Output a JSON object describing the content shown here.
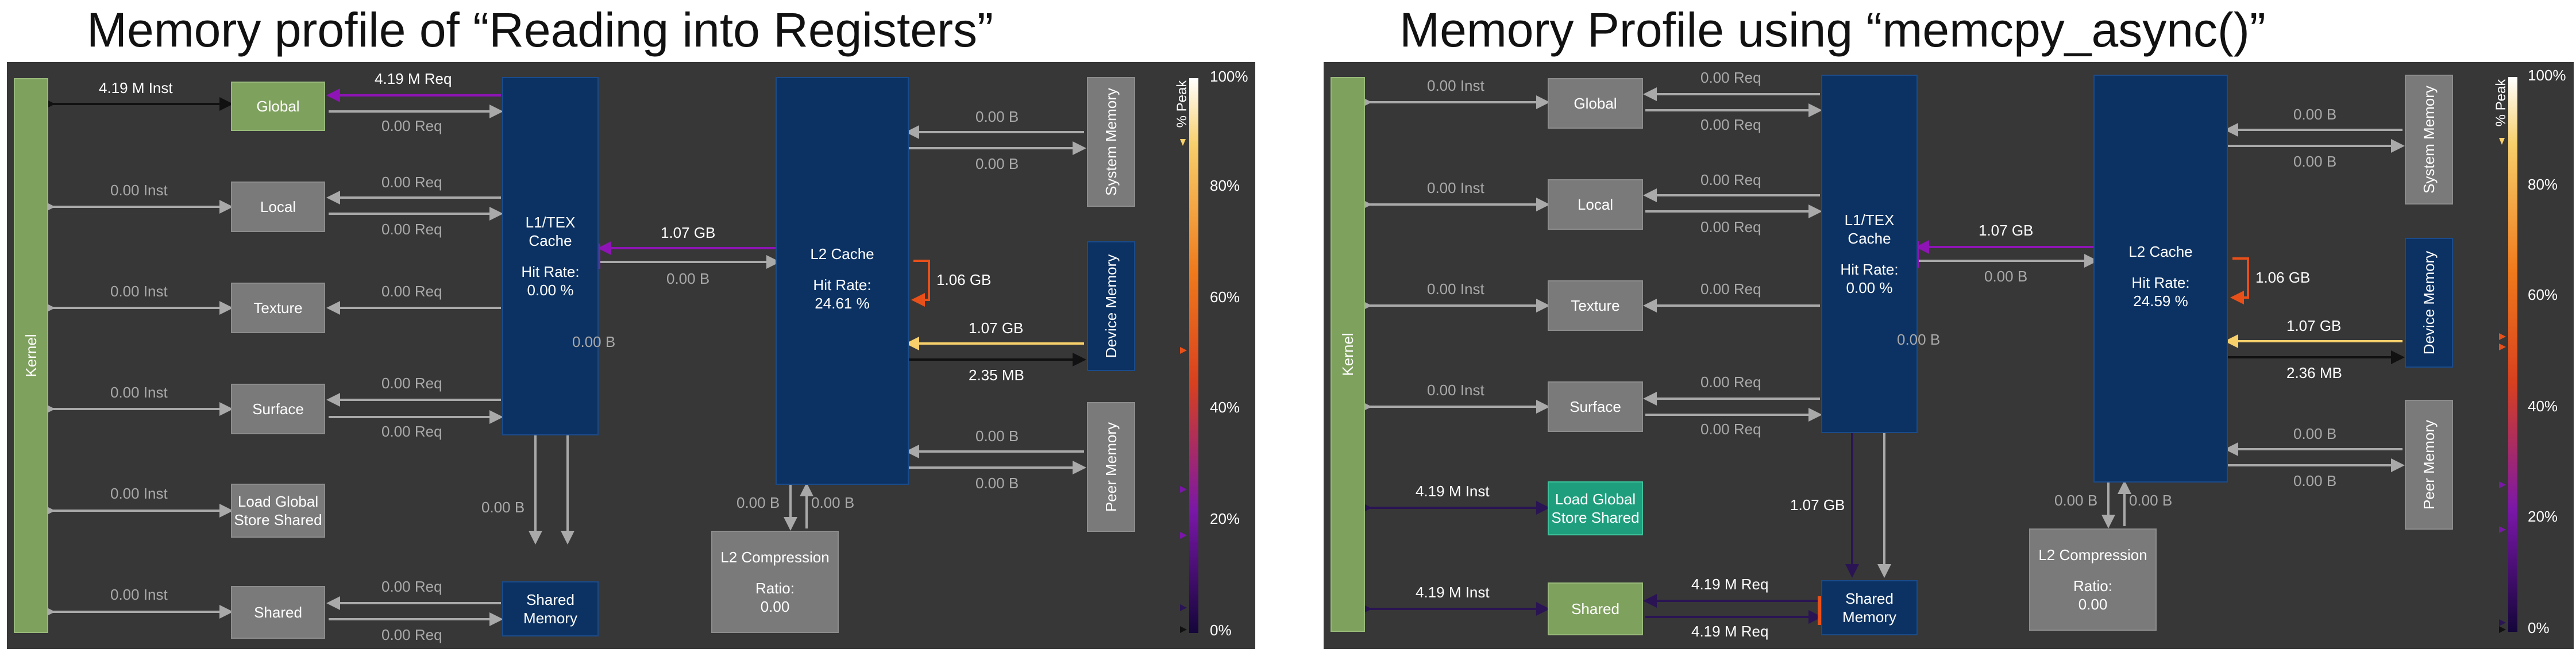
{
  "titles": {
    "left": "Memory profile of “Reading into Registers”",
    "right": "Memory Profile using “memcpy_async()”"
  },
  "common": {
    "kernel": "Kernel",
    "global": "Global",
    "local": "Local",
    "texture": "Texture",
    "surface": "Surface",
    "lgss_line1": "Load Global",
    "lgss_line2": "Store Shared",
    "shared": "Shared",
    "l1_line1": "L1/TEX",
    "l1_line2": "Cache",
    "hit_rate_label": "Hit Rate:",
    "l2": "L2 Cache",
    "l2c_title": "L2 Compression",
    "ratio_label": "Ratio:",
    "ratio_value": "0.00",
    "shared_mem_line1": "Shared",
    "shared_mem_line2": "Memory",
    "system_memory": "System Memory",
    "device_memory": "Device Memory",
    "peer_memory": "Peer Memory",
    "legend_title": "% Peak",
    "legend_ticks": [
      "100%",
      "80%",
      "60%",
      "40%",
      "20%",
      "0%"
    ]
  },
  "left": {
    "l1_hit": "0.00 %",
    "l2_hit": "24.61 %",
    "inst": {
      "global": "4.19 M Inst",
      "local": "0.00 Inst",
      "texture": "0.00 Inst",
      "surface": "0.00 Inst",
      "lgss": "0.00 Inst",
      "shared": "0.00 Inst"
    },
    "req": {
      "global_top": "4.19 M Req",
      "global_bot": "0.00 Req",
      "local_top": "0.00 Req",
      "local_bot": "0.00 Req",
      "texture": "0.00 Req",
      "surface_top": "0.00 Req",
      "surface_bot": "0.00 Req",
      "shared_top": "0.00 Req",
      "shared_bot": "0.00 Req"
    },
    "l1_l2_top": "1.07 GB",
    "l1_l2_bot": "0.00 B",
    "l1_down": "0.00 B",
    "l1_shared": "0.00 B",
    "sys_top": "0.00 B",
    "sys_bot": "0.00 B",
    "l2_self": "1.06 GB",
    "dev_top": "1.07 GB",
    "dev_bot": "2.35 MB",
    "peer_top": "0.00 B",
    "peer_bot": "0.00 B",
    "l2c_left": "0.00 B",
    "l2c_right": "0.00 B"
  },
  "right": {
    "l1_hit": "0.00 %",
    "l2_hit": "24.59 %",
    "inst": {
      "global": "0.00 Inst",
      "local": "0.00 Inst",
      "texture": "0.00 Inst",
      "surface": "0.00 Inst",
      "lgss": "4.19 M Inst",
      "shared": "4.19 M Inst"
    },
    "req": {
      "global_top": "0.00 Req",
      "global_bot": "0.00 Req",
      "local_top": "0.00 Req",
      "local_bot": "0.00 Req",
      "texture": "0.00 Req",
      "surface_top": "0.00 Req",
      "surface_bot": "0.00 Req",
      "shared_top": "4.19 M Req",
      "shared_bot": "4.19 M Req"
    },
    "l1_l2_top": "1.07 GB",
    "l1_l2_bot": "0.00 B",
    "l1_down": "0.00 B",
    "l1_shared": "1.07 GB",
    "sys_top": "0.00 B",
    "sys_bot": "0.00 B",
    "l2_self": "1.06 GB",
    "dev_top": "1.07 GB",
    "dev_bot": "2.36 MB",
    "peer_top": "0.00 B",
    "peer_bot": "0.00 B",
    "l2c_left": "0.00 B",
    "l2c_right": "0.00 B"
  },
  "colors": {
    "panel_bg": "#373737",
    "gray_arrow": "#a9a9a9",
    "kernel_green": "#7fa15e",
    "lgss_teal": "#1f9e7d",
    "cache_navy": "#0c3263",
    "hot_purple": "#8e14b5",
    "traffic_dark": "#2a1453",
    "orange": "#e8501a",
    "yellow": "#f7cf6b"
  }
}
